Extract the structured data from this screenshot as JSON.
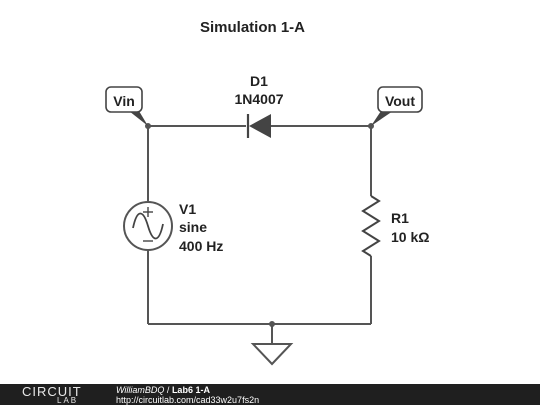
{
  "title": "Simulation 1-A",
  "nodes": {
    "vin": "Vin",
    "vout": "Vout"
  },
  "diode": {
    "ref": "D1",
    "part": "1N4007"
  },
  "source": {
    "ref": "V1",
    "type": "sine",
    "freq": "400 Hz"
  },
  "resistor": {
    "ref": "R1",
    "value": "10 kΩ"
  },
  "footer": {
    "brand_top": "CIRCUIT",
    "brand_bottom": "LAB",
    "author": "WilliamBDQ",
    "separator": " / ",
    "project": "Lab6 1-A",
    "url": "http://circuitlab.com/cad33w2u7fs2n"
  },
  "colors": {
    "wire": "#555555",
    "text": "#222222",
    "footer_bg": "#1f1f1f"
  }
}
